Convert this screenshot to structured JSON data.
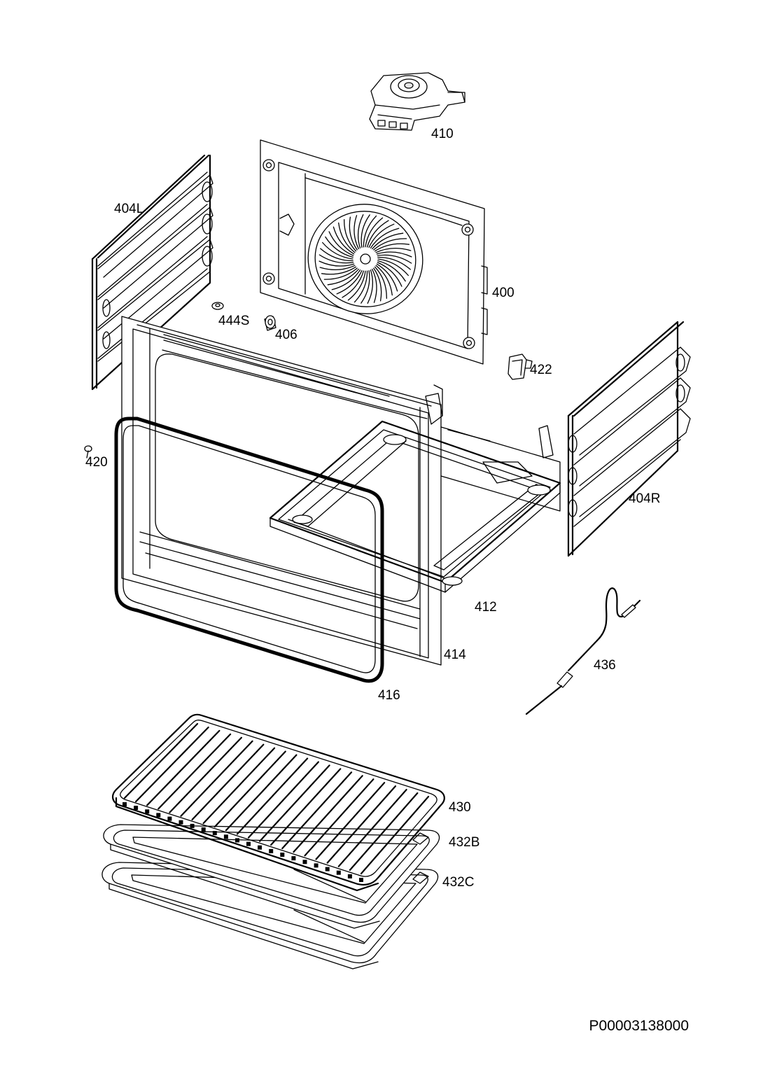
{
  "parts": {
    "p410": "410",
    "p404l": "404L",
    "p400": "400",
    "p444s": "444S",
    "p406": "406",
    "p422": "422",
    "p420": "420",
    "p404r": "404R",
    "p412": "412",
    "p414": "414",
    "p416": "416",
    "p436": "436",
    "p430": "430",
    "p432b": "432B",
    "p432c": "432C"
  },
  "document_code": "P00003138000"
}
